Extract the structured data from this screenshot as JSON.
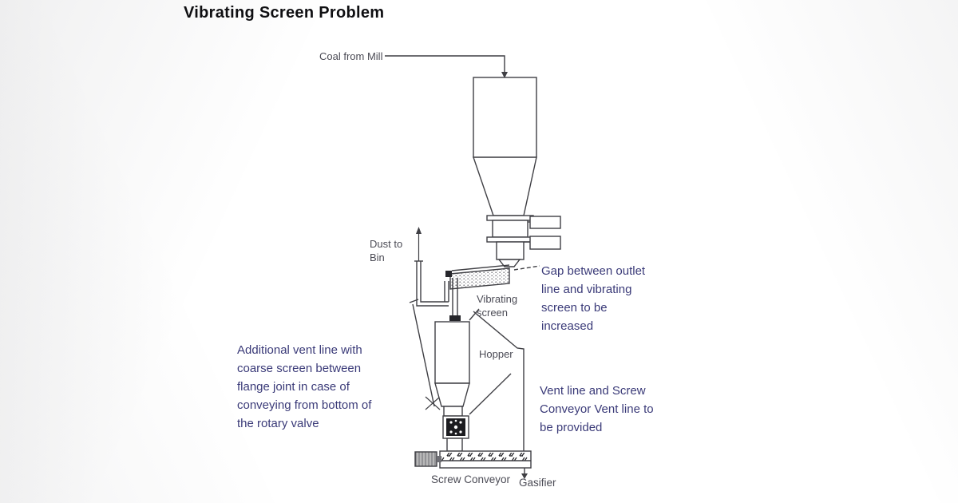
{
  "title": "Vibrating Screen Problem",
  "colors": {
    "annotation_text": "#3a3a78",
    "diagram_label_text": "#4b4b55",
    "title_text": "#0f0f12",
    "line": "#3f3f44",
    "motor_fill": "#b8b8b8",
    "background": "#ffffff"
  },
  "diagram": {
    "labels": {
      "coal_from_mill": "Coal from Mill",
      "dust_to_bin": "Dust to\nBin",
      "vibrating_screen": "Vibrating\nscreen",
      "hopper": "Hopper",
      "screw_conveyor": "Screw Conveyor",
      "gasifier": "Gasifier"
    },
    "annotations": {
      "gap": "Gap between outlet\nline and vibrating\nscreen to be\nincreased",
      "additional_vent": "Additional vent line with\ncoarse screen between\nflange joint in case of\nconveying from bottom of\nthe rotary valve",
      "vent_line": "Vent line and Screw\nConveyor Vent line to\nbe provided"
    }
  }
}
